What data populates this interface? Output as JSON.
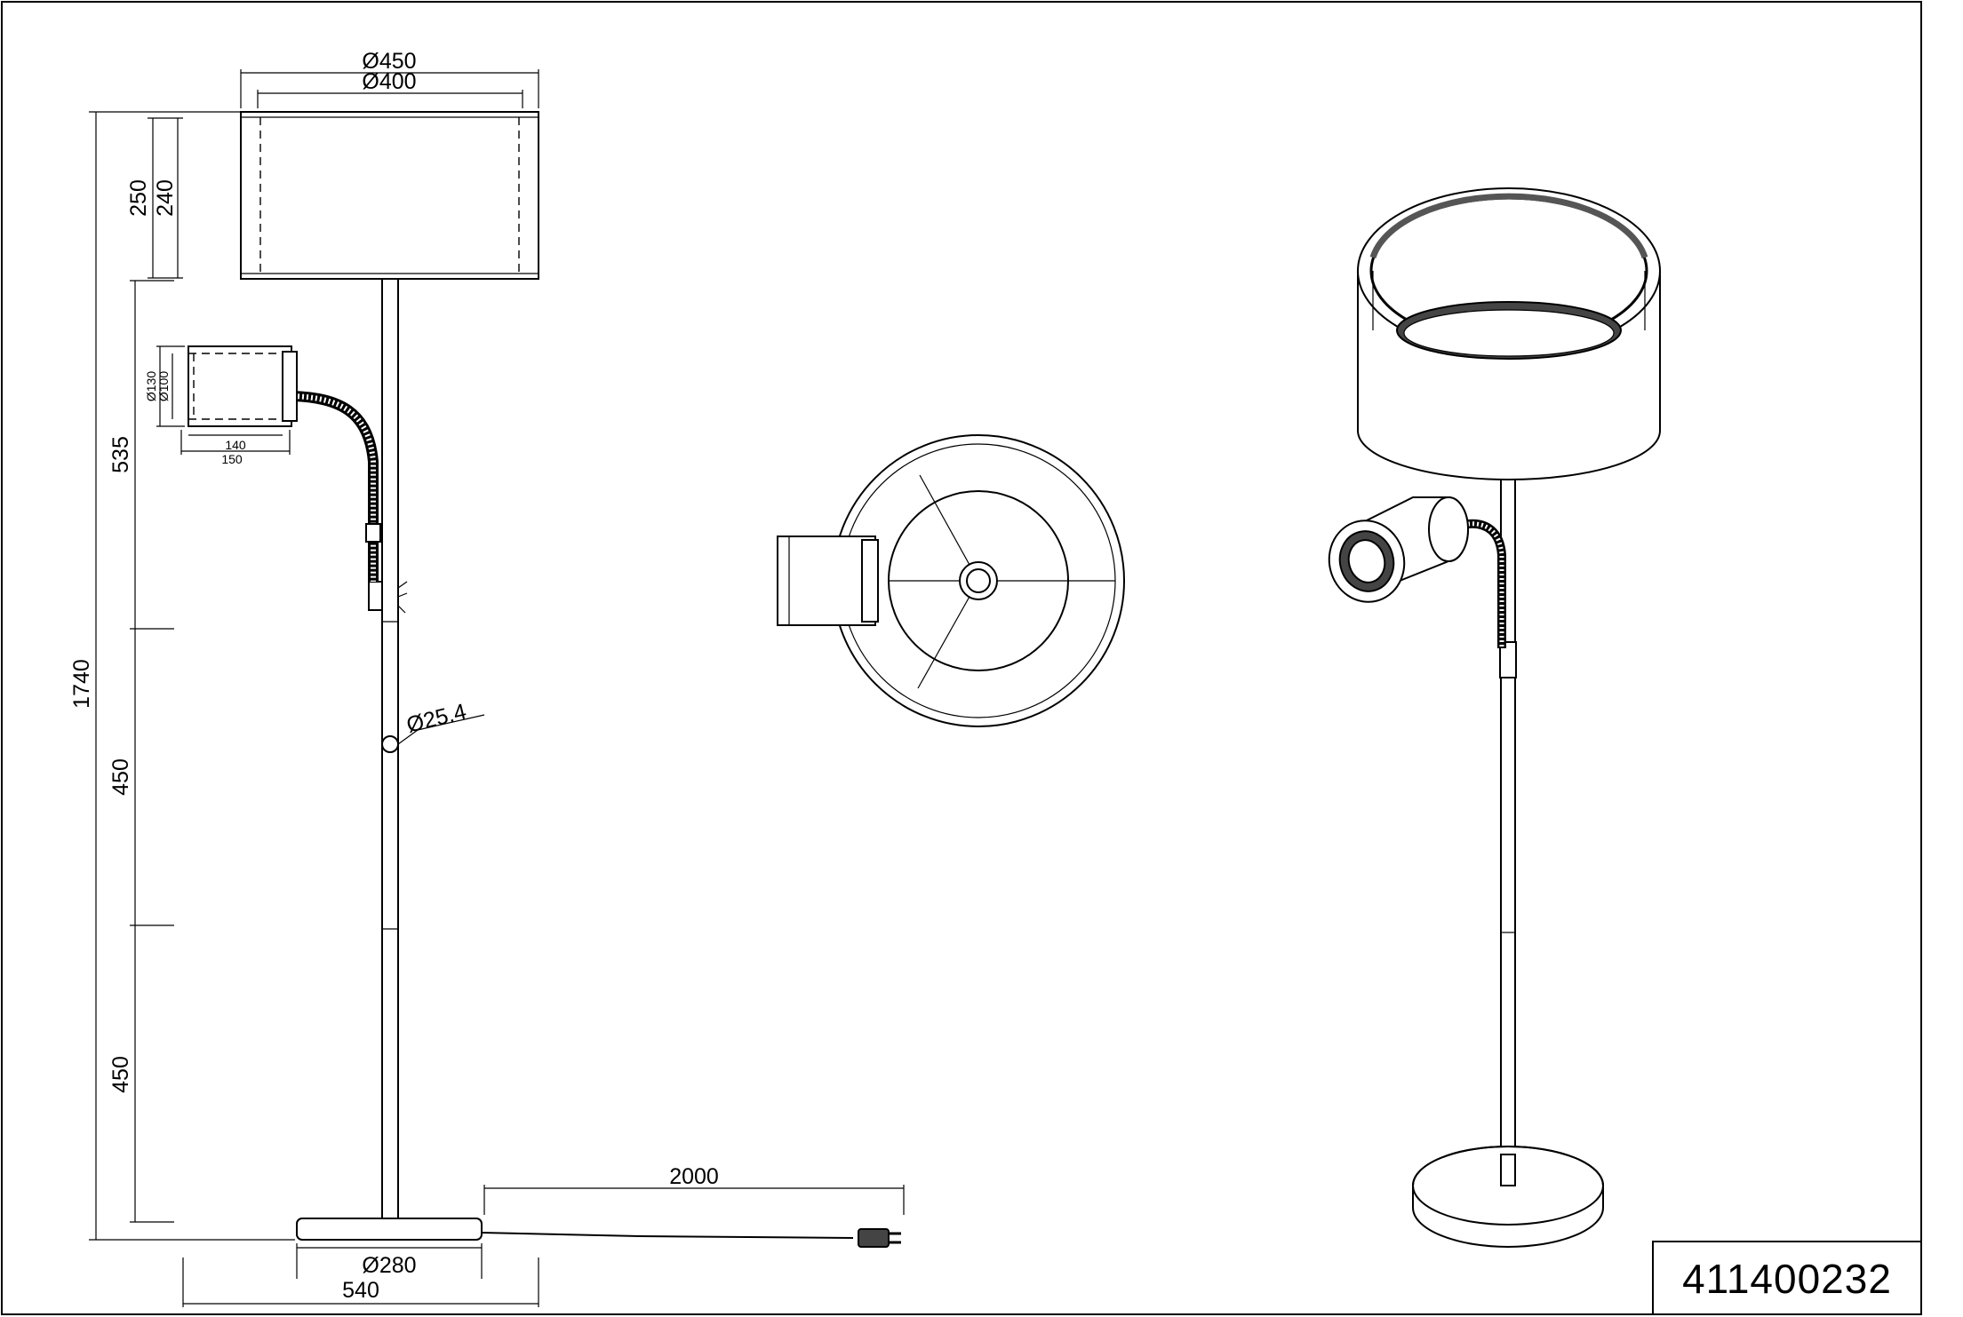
{
  "drawing": {
    "part_number": "411400232",
    "front_view": {
      "shade_outer_diameter": "Ø450",
      "shade_inner_diameter": "Ø400",
      "shade_height": "250",
      "shade_inner_height": "240",
      "upper_section": "535",
      "total_height": "1740",
      "middle_section": "450",
      "lower_section": "450",
      "tube_diameter": "Ø25.4",
      "cable_length": "2000",
      "base_diameter": "Ø280",
      "overall_width": "540",
      "spot_outer_diameter": "Ø130",
      "spot_inner_diameter": "Ø100",
      "spot_inner_length": "140",
      "spot_outer_length": "150"
    }
  }
}
